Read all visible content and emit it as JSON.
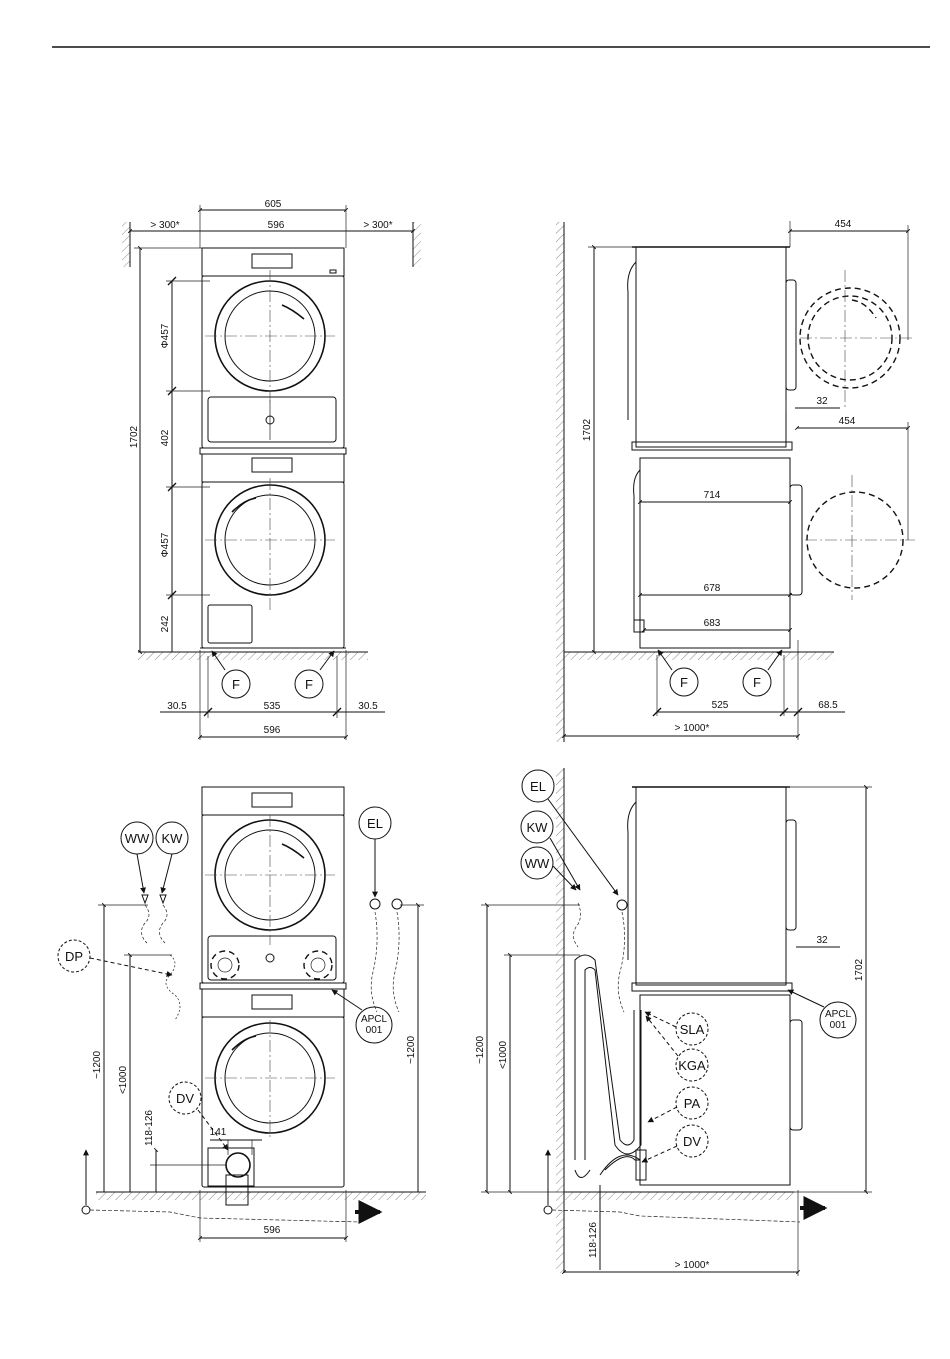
{
  "colors": {
    "line": "#111111",
    "background": "#ffffff"
  },
  "front_view": {
    "dims": {
      "overall_width": "605",
      "width": "596",
      "clearance_left": "> 300*",
      "clearance_right": "> 300*",
      "height": "1702",
      "door_top": "Φ457",
      "gap_mid": "402",
      "door_bottom": "Φ457",
      "base": "242",
      "foot_offset_left": "30.5",
      "foot_span": "535",
      "foot_offset_right": "30.5",
      "bottom_width": "596"
    },
    "foot_labels": [
      "F",
      "F"
    ]
  },
  "side_view": {
    "dims": {
      "door_swing_top": "454",
      "door_offset_top": "32",
      "door_swing_bottom": "454",
      "height": "1702",
      "depth_714": "714",
      "depth_678": "678",
      "depth_683": "683",
      "foot_span": "525",
      "foot_offset": "68.5",
      "wall_clearance": "> 1000*"
    },
    "foot_labels": [
      "F",
      "F"
    ]
  },
  "connections_front": {
    "labels": {
      "ww": "WW",
      "kw": "KW",
      "el": "EL",
      "dp": "DP",
      "dv": "DV",
      "apcl": "APCL\n001"
    },
    "apcl_line1": "APCL",
    "apcl_line2": "001",
    "dims": {
      "h_1200_left": "~1200",
      "h_1000": "<1000",
      "h_118": "118-126",
      "drain_141": "141",
      "width": "596",
      "h_1200_right": "~1200"
    }
  },
  "connections_side": {
    "labels": {
      "el": "EL",
      "kw": "KW",
      "ww": "WW",
      "sla": "SLA",
      "kga": "KGA",
      "pa": "PA",
      "dv": "DV"
    },
    "apcl_line1": "APCL",
    "apcl_line2": "001",
    "dims": {
      "h_1200": "~1200",
      "h_1000": "<1000",
      "h_118": "118-126",
      "offset_32": "32",
      "height": "1702",
      "wall_clearance": "> 1000*"
    }
  }
}
